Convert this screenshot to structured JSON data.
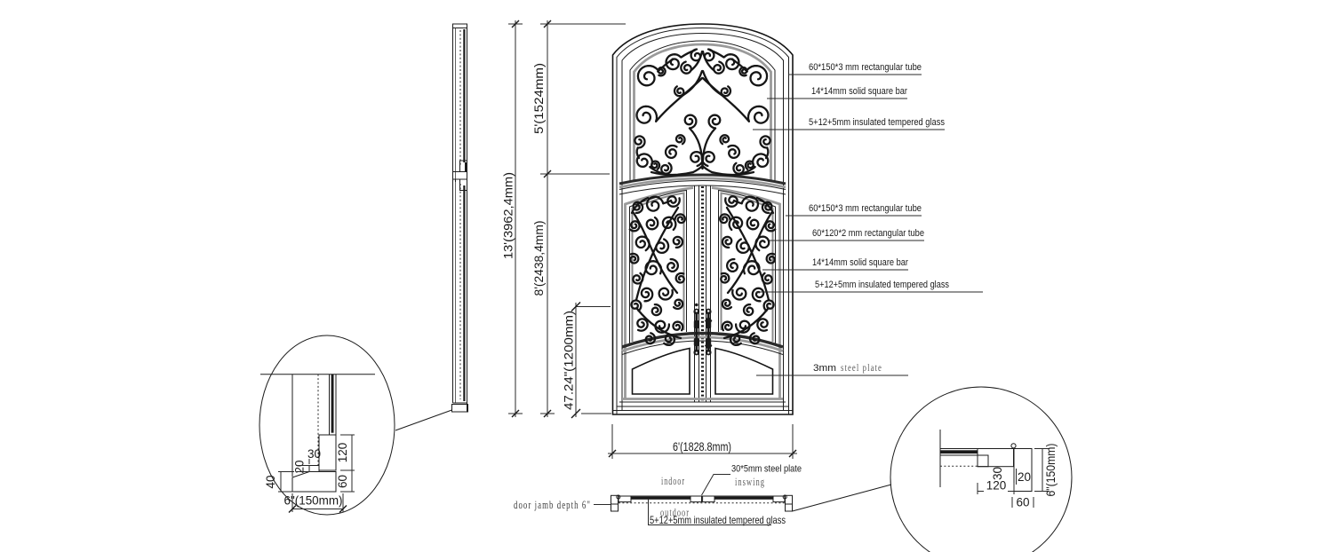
{
  "drawing_type": "entry door elevation drawing",
  "colors": {
    "background": "#ffffff",
    "ink": "#1a1a1a",
    "panel_border_gray": "#9a9a9a",
    "annotation_serif_gray": "#5d5d5d"
  },
  "dims": {
    "total_height": "13'(3962,4mm)",
    "transom_height": "5'(1524mm)",
    "door_height": "8'(2438,4mm)",
    "handle_height": "47.24\"(1200mm)",
    "door_width": "6'(1828.8mm)"
  },
  "callouts": {
    "transom": [
      "60*150*3 mm rectangular tube",
      "14*14mm solid square bar",
      "5+12+5mm insulated tempered glass"
    ],
    "doors": [
      "60*150*3 mm rectangular tube",
      "60*120*2 mm rectangular tube",
      "14*14mm solid square bar",
      "5+12+5mm insulated tempered glass"
    ],
    "plate_prefix": "3mm",
    "plate_suffix": "steel plate"
  },
  "plan": {
    "indoor": "indoor",
    "inswing": "inswing",
    "outdoor": "outdoor",
    "jamb_note": "door jamb depth 6\"",
    "plate_note": "30*5mm steel plate",
    "glass_note": "5+12+5mm insulated tempered glass"
  },
  "detail_left": {
    "h40": "40",
    "h20": "20",
    "w30": "30",
    "h120": "120",
    "h60": "60",
    "width": "6\"(150mm)"
  },
  "detail_right": {
    "h30": "30",
    "w20": "20",
    "w120": "120",
    "w60": "60",
    "depth": "6\"(150mm)"
  }
}
